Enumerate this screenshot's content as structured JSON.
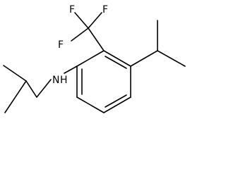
{
  "molecule": {
    "atoms": {
      "f1": "F",
      "f2": "F",
      "f3": "F",
      "n": "N",
      "n_h": "H"
    }
  }
}
